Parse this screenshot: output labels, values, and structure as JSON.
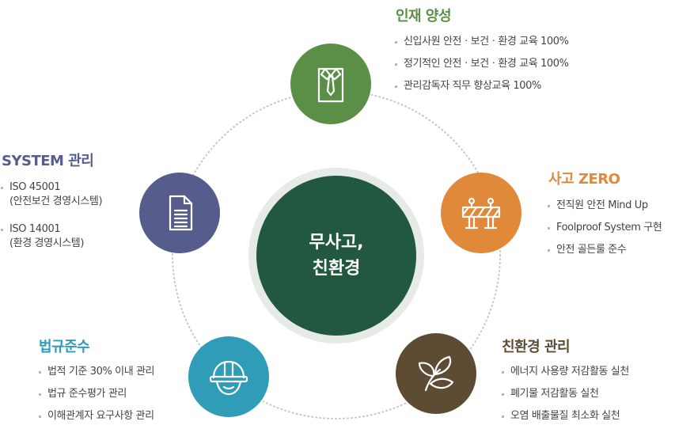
{
  "center": {
    "line1": "무사고,",
    "line2": "친환경"
  },
  "nodes": {
    "talent": {
      "title": "인재 양성",
      "color": "#5b8f47",
      "icon": "shirt-tie-icon",
      "items": [
        "신입사원 안전ㆍ보건ㆍ환경 교육 100%",
        "정기적인 안전ㆍ보건ㆍ환경 교육 100%",
        "관리감독자 직무 향상교육 100%"
      ]
    },
    "accident": {
      "title": "사고 ZERO",
      "color": "#e08938",
      "icon": "barricade-icon",
      "items": [
        "전직원 안전 Mind Up",
        "Foolproof System 구현",
        "안전 골든룰 준수"
      ]
    },
    "eco": {
      "title": "친환경 관리",
      "color": "#5e4b34",
      "icon": "leaf-icon",
      "items": [
        "에너지 사용량 저감활동 실천",
        "폐기물 저감활동 실천",
        "오염 배출물질 최소화 실천"
      ]
    },
    "legal": {
      "title": "법규준수",
      "color": "#2f9cb8",
      "icon": "hard-hat-icon",
      "items": [
        "법적 기준 30% 이내 관리",
        "법규 준수평가 관리",
        "이해관계자 요구사항 관리"
      ]
    },
    "system": {
      "title": "SYSTEM 관리",
      "color": "#565d8c",
      "icon": "document-icon",
      "items": [
        {
          "line1": "ISO 45001",
          "line2": "(안전보건 경영시스템)"
        },
        {
          "line1": "ISO 14001",
          "line2": "(환경 경영시스템)"
        }
      ]
    }
  }
}
